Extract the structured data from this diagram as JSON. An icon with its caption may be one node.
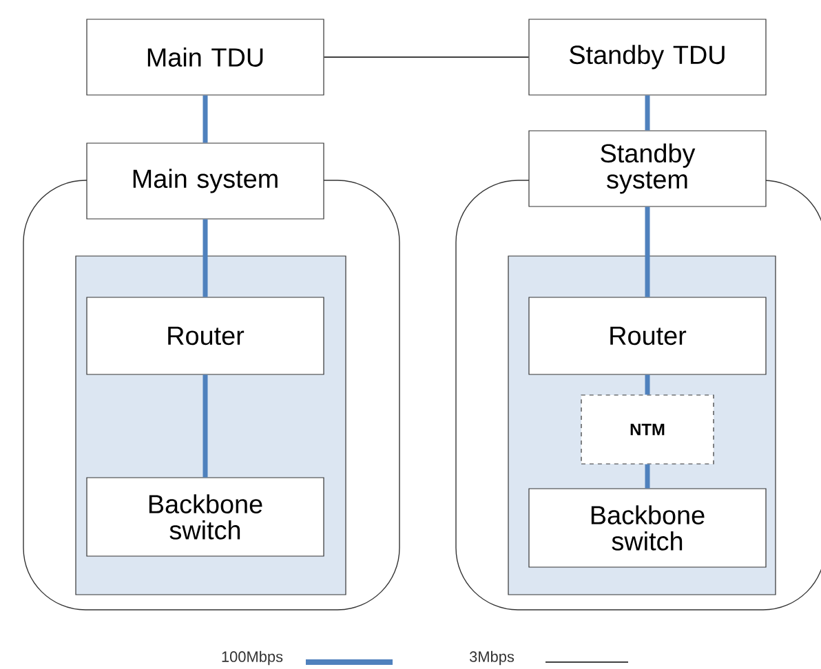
{
  "diagram": {
    "nodes": [
      {
        "text": [
          "Main TDU"
        ]
      },
      {
        "text": [
          "Standby TDU"
        ]
      },
      {
        "text": [
          "Main system"
        ]
      },
      {
        "text": [
          "Standby system"
        ]
      },
      {
        "text": [],
        "shape": "box"
      },
      {
        "text": [],
        "shape": "box",
        "in": 4
      },
      {
        "text": [
          "Router"
        ],
        "in": 5
      },
      {
        "text": [
          "Backbone switch"
        ],
        "in": 5
      },
      {
        "text": [],
        "shape": "box"
      },
      {
        "text": [],
        "shape": "box",
        "in": 8
      },
      {
        "text": [
          "Router"
        ],
        "in": 9
      },
      {
        "text": [
          "NTM"
        ],
        "in": 9
      },
      {
        "text": [
          "Backbone switch"
        ],
        "in": 9
      }
    ],
    "edges": [
      {
        "from": 0,
        "to": 1,
        "arrow": "none",
        "color": "#000000"
      },
      {
        "from": 0,
        "to": 2,
        "arrow": "none"
      },
      {
        "from": 2,
        "to": 6,
        "arrow": "none"
      },
      {
        "from": 6,
        "to": 7,
        "arrow": "none"
      },
      {
        "from": 1,
        "to": 3,
        "arrow": "none"
      },
      {
        "from": 3,
        "to": 10,
        "arrow": "none"
      },
      {
        "from": 10,
        "to": 11,
        "arrow": "none"
      },
      {
        "from": 11,
        "to": 12,
        "arrow": "none"
      }
    ],
    "legend": [
      {
        "text": "100Mbps"
      },
      {
        "text": "3Mbps"
      }
    ]
  }
}
